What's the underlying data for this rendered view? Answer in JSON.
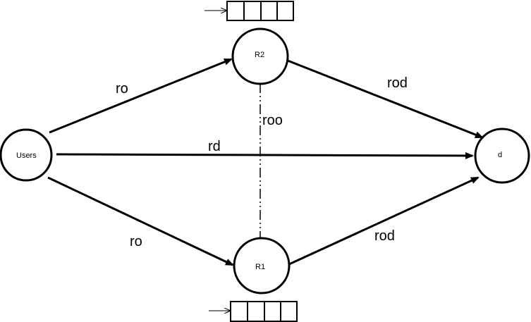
{
  "diagram": {
    "nodes": {
      "users": "Users",
      "r2": "R2",
      "r1": "R1",
      "d": "d"
    },
    "edges": {
      "users_r2": "ro",
      "users_r1": "ro",
      "users_d": "rd",
      "r2_d": "rod",
      "r1_d": "rod",
      "r2_r1": "roo"
    }
  }
}
